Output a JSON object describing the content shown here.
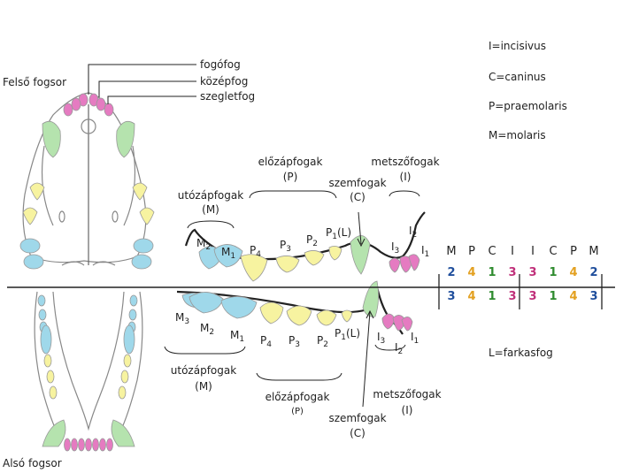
{
  "legend": {
    "incisivus": "I=incisivus",
    "caninus": "C=caninus",
    "praemolaris": "P=praemolaris",
    "molaris": "M=molaris",
    "farkasfog": "L=farkasfog"
  },
  "upper": {
    "jaw_label": "Felső fogsor",
    "pointers": [
      "fogófog",
      "középfog",
      "szegletfog"
    ],
    "group_utozapfogak": "utózápfogak",
    "group_utozapfogak_code": "(M)",
    "group_elozapfogak": "előzápfogak",
    "group_elozapfogak_code": "(P)",
    "group_szemfogak": "szemfogak",
    "group_szemfogak_code": "(C)",
    "group_metszofogak": "metszőfogak",
    "group_metszofogak_code": "(I)"
  },
  "lower": {
    "jaw_label": "Alsó fogsor",
    "group_utozapfogak": "utózápfogak",
    "group_utozapfogak_code": "(M)",
    "group_elozapfogak": "előzápfogak",
    "group_elozapfogak_code": "(P)",
    "group_szemfogak": "szemfogak",
    "group_szemfogak_code": "(C)",
    "group_metszofogak": "metszőfogak",
    "group_metszofogak_code": "(I)"
  },
  "tooth_labels_upper": [
    "M2",
    "M1",
    "P4",
    "P3",
    "P2",
    "P1(L)",
    "I3",
    "I2",
    "I1"
  ],
  "tooth_labels_lower": [
    "M3",
    "M2",
    "M1",
    "P4",
    "P3",
    "P2",
    "P1(L)",
    "I3",
    "I2",
    "I1"
  ],
  "formula": {
    "headers": [
      "M",
      "P",
      "C",
      "I",
      "I",
      "C",
      "P",
      "M"
    ],
    "upper": [
      "2",
      "4",
      "1",
      "3",
      "3",
      "1",
      "4",
      "2"
    ],
    "lower": [
      "3",
      "4",
      "1",
      "3",
      "3",
      "1",
      "4",
      "3"
    ]
  },
  "colors": {
    "molar": "#9fd8ea",
    "premolar": "#f7f3a0",
    "canine": "#b5e3ae",
    "incisor": "#e57bc1",
    "molar_num": "#1f4e9c",
    "premolar_num": "#e3a020",
    "canine_num": "#2e8b2e",
    "incisor_num": "#c0307a"
  }
}
